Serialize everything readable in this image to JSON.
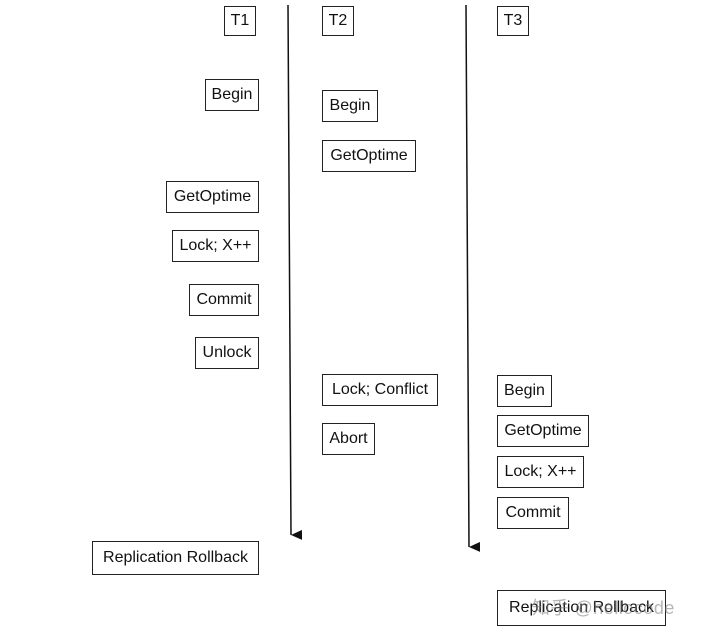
{
  "threads": {
    "t1": "T1",
    "t2": "T2",
    "t3": "T3"
  },
  "t1_steps": {
    "begin": "Begin",
    "get_optime": "GetOptime",
    "lock": "Lock; X++",
    "commit": "Commit",
    "unlock": "Unlock",
    "rollback": "Replication Rollback"
  },
  "t2_steps": {
    "begin": "Begin",
    "get_optime": "GetOptime",
    "lock": "Lock; Conflict",
    "abort": "Abort"
  },
  "t3_steps": {
    "begin": "Begin",
    "get_optime": "GetOptime",
    "lock": "Lock; X++",
    "commit": "Commit",
    "rollback": "Replication Rollback"
  },
  "watermark": "知乎 @hellocode"
}
